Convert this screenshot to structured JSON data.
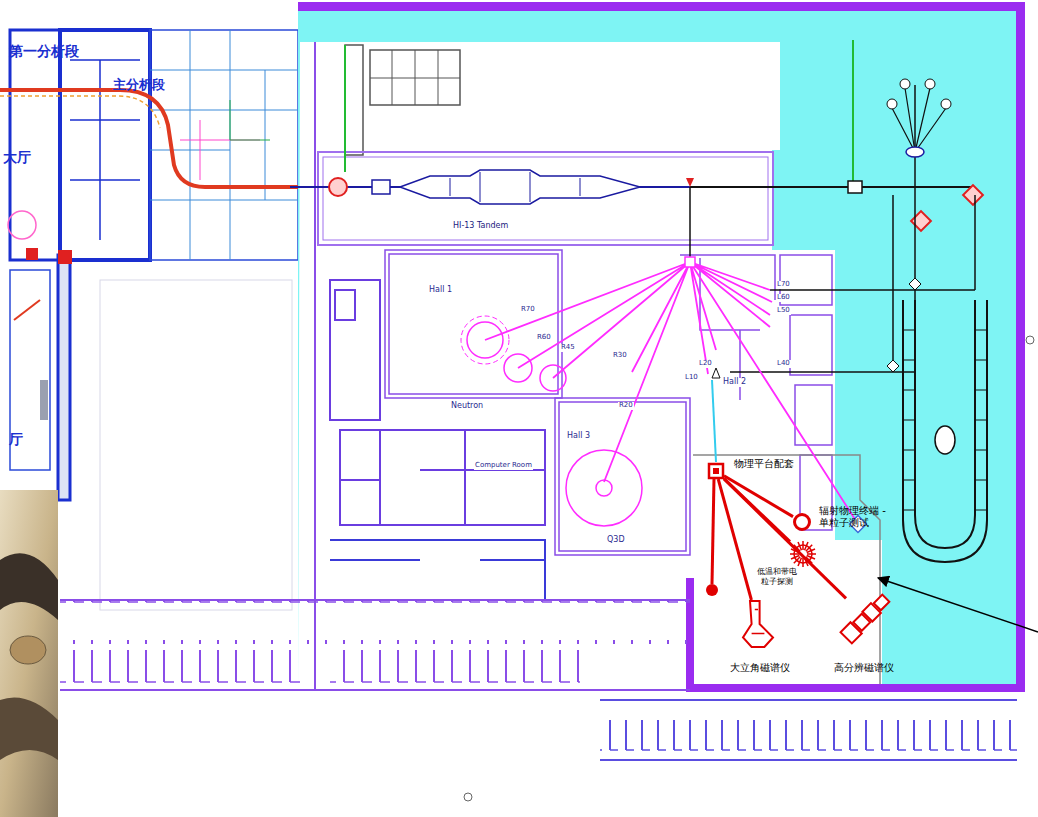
{
  "diagram": {
    "nodes": [
      {
        "text": [
          "物理平台配套"
        ]
      },
      {
        "text": [
          "辐射物理终端 -单粒子测试"
        ]
      },
      {
        "text": [
          "低温和带电粒子探测"
        ]
      },
      {
        "text": [
          "大立角磁谱仪"
        ]
      },
      {
        "text": [
          "高分辨磁谱仪"
        ]
      }
    ],
    "edges": [
      {
        "from": 0,
        "to": 1,
        "arrow": "none"
      },
      {
        "from": 0,
        "to": 2,
        "arrow": "none"
      },
      {
        "from": 0,
        "to": 3,
        "arrow": "none"
      },
      {
        "from": 0,
        "to": 4,
        "arrow": "none"
      }
    ],
    "labels": [
      "第一分析段",
      "主分析段",
      "大厅",
      "厅",
      "HI-13 Tandem",
      "Hall 1",
      "Neutron",
      "Computer Room",
      "Hall 2",
      "Hall 3",
      "Q3D",
      "R70",
      "R60",
      "R45",
      "R30",
      "R20",
      "L70",
      "L60",
      "L50",
      "L40",
      "L20",
      "L10"
    ]
  }
}
